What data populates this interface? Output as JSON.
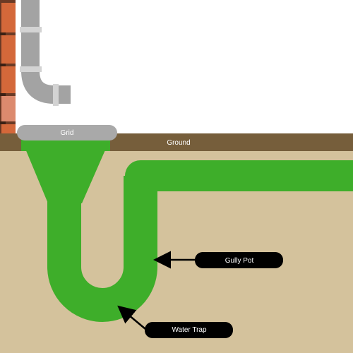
{
  "labels": {
    "grid": "Grid",
    "ground": "Ground",
    "gully_pot": "Gully Pot",
    "water_trap": "Water Trap"
  },
  "colors": {
    "background": "#ffffff",
    "soil": "#d4c29c",
    "ground_strip": "#765e3b",
    "water": "#3eae2a",
    "pipe_grey": "#a3a3a3",
    "pipe_band": "#cfcfcf",
    "brick": "#d4683a",
    "brick_dark": "#6b3a25",
    "grid_grey": "#a9a9a9",
    "label_bg": "#000000",
    "label_text": "#ffffff"
  },
  "icons": {
    "downpipe": "downpipe-icon",
    "brick_wall": "brick-wall-icon",
    "arrow": "arrow-icon"
  }
}
